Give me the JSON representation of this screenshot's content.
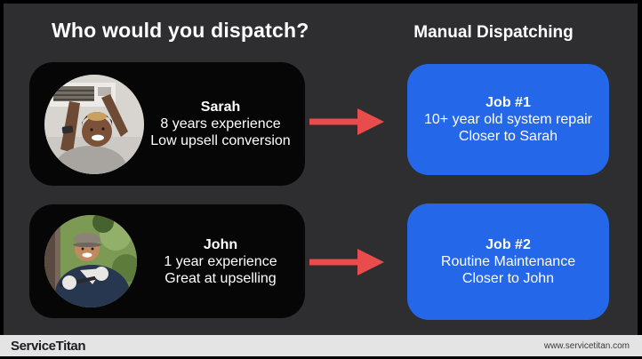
{
  "slide": {
    "title": "Who would you dispatch?",
    "column_title": "Manual Dispatching"
  },
  "technicians": [
    {
      "name": "Sarah",
      "experience": "8 years experience",
      "trait": "Low upsell conversion"
    },
    {
      "name": "John",
      "experience": "1 year experience",
      "trait": "Great at upselling"
    }
  ],
  "jobs": [
    {
      "title": "Job #1",
      "description": "10+ year old system repair",
      "proximity": "Closer to Sarah"
    },
    {
      "title": "Job #2",
      "description": "Routine Maintenance",
      "proximity": "Closer to John"
    }
  ],
  "footer": {
    "logo_text": "ServiceTitan",
    "website": "www.servicetitan.com"
  },
  "icons": {
    "arrow": "red-right-arrow-icon",
    "photo_sarah": "female-hvac-technician-photo",
    "photo_john": "male-technician-outdoors-photo"
  },
  "colors": {
    "slide_background": "#2e2e30",
    "tech_card": "#060606",
    "job_card_blue": "#2567e9",
    "arrow_red": "#e84c4c",
    "footer_bar": "#e4e4e5",
    "text_white": "#ffffff"
  }
}
